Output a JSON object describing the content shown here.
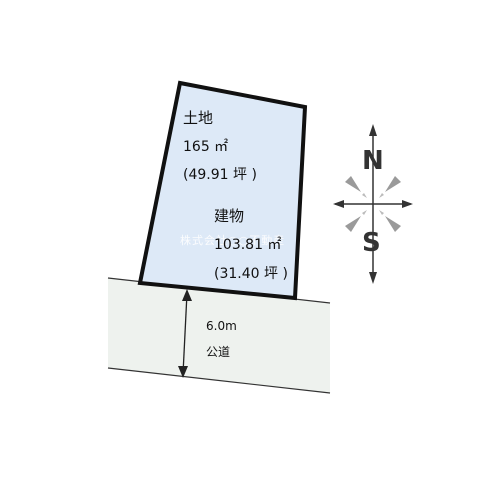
{
  "land": {
    "title": "土地",
    "area": "165 ㎡",
    "tsubo": "(49.91 坪 )"
  },
  "building": {
    "title": "建物",
    "area": "103.81 ㎡",
    "tsubo": "(31.40 坪 )"
  },
  "road": {
    "width": "6.0m",
    "type": "公道"
  },
  "compass": {
    "north": "N",
    "south": "S"
  },
  "watermark": "株式会社○○不動産",
  "colors": {
    "lot_fill": "#dde9f7",
    "lot_stroke": "#111111",
    "road_fill": "#eef2ee",
    "compass_gray": "#9a9a9a",
    "compass_dark": "#333333"
  }
}
